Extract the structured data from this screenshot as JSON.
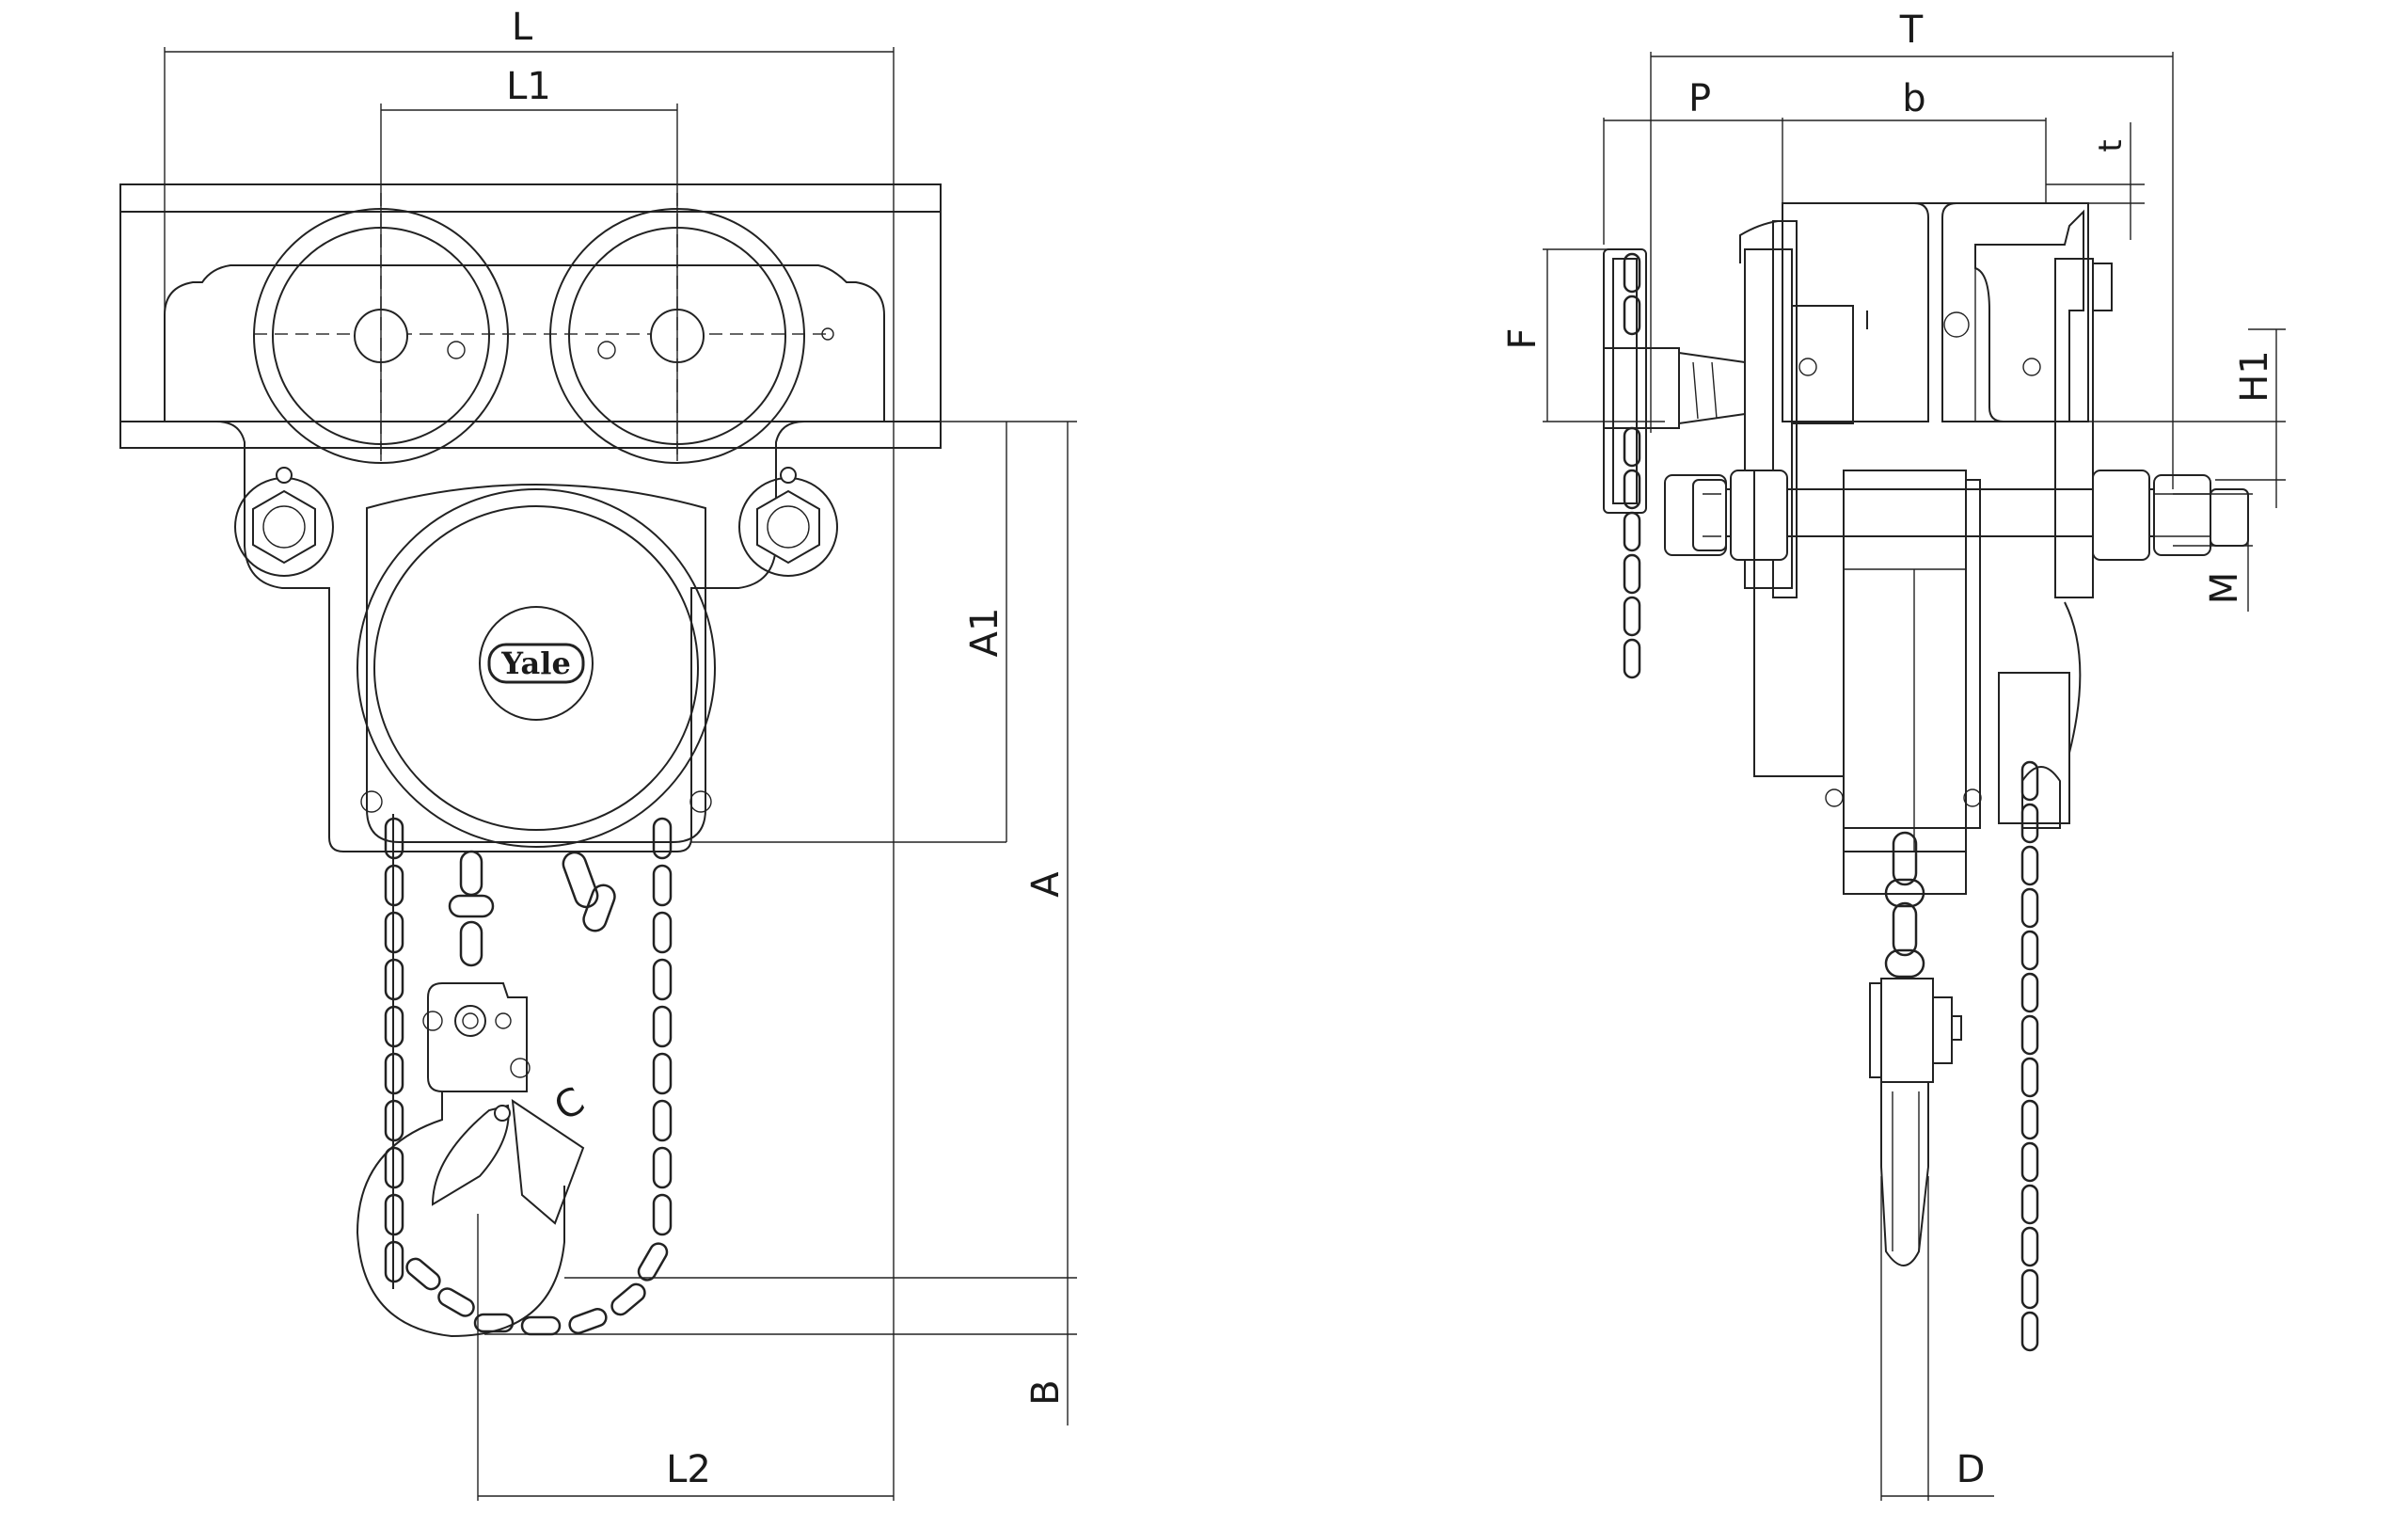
{
  "brand": "Yale",
  "front_view": {
    "dimensions": {
      "L": "L",
      "L1": "L1",
      "L2": "L2",
      "A": "A",
      "A1": "A1",
      "B": "B",
      "C": "C"
    }
  },
  "side_view": {
    "dimensions": {
      "T": "T",
      "P": "P",
      "b": "b",
      "t": "t",
      "F": "F",
      "H1": "H1",
      "M": "M",
      "D": "D"
    }
  }
}
